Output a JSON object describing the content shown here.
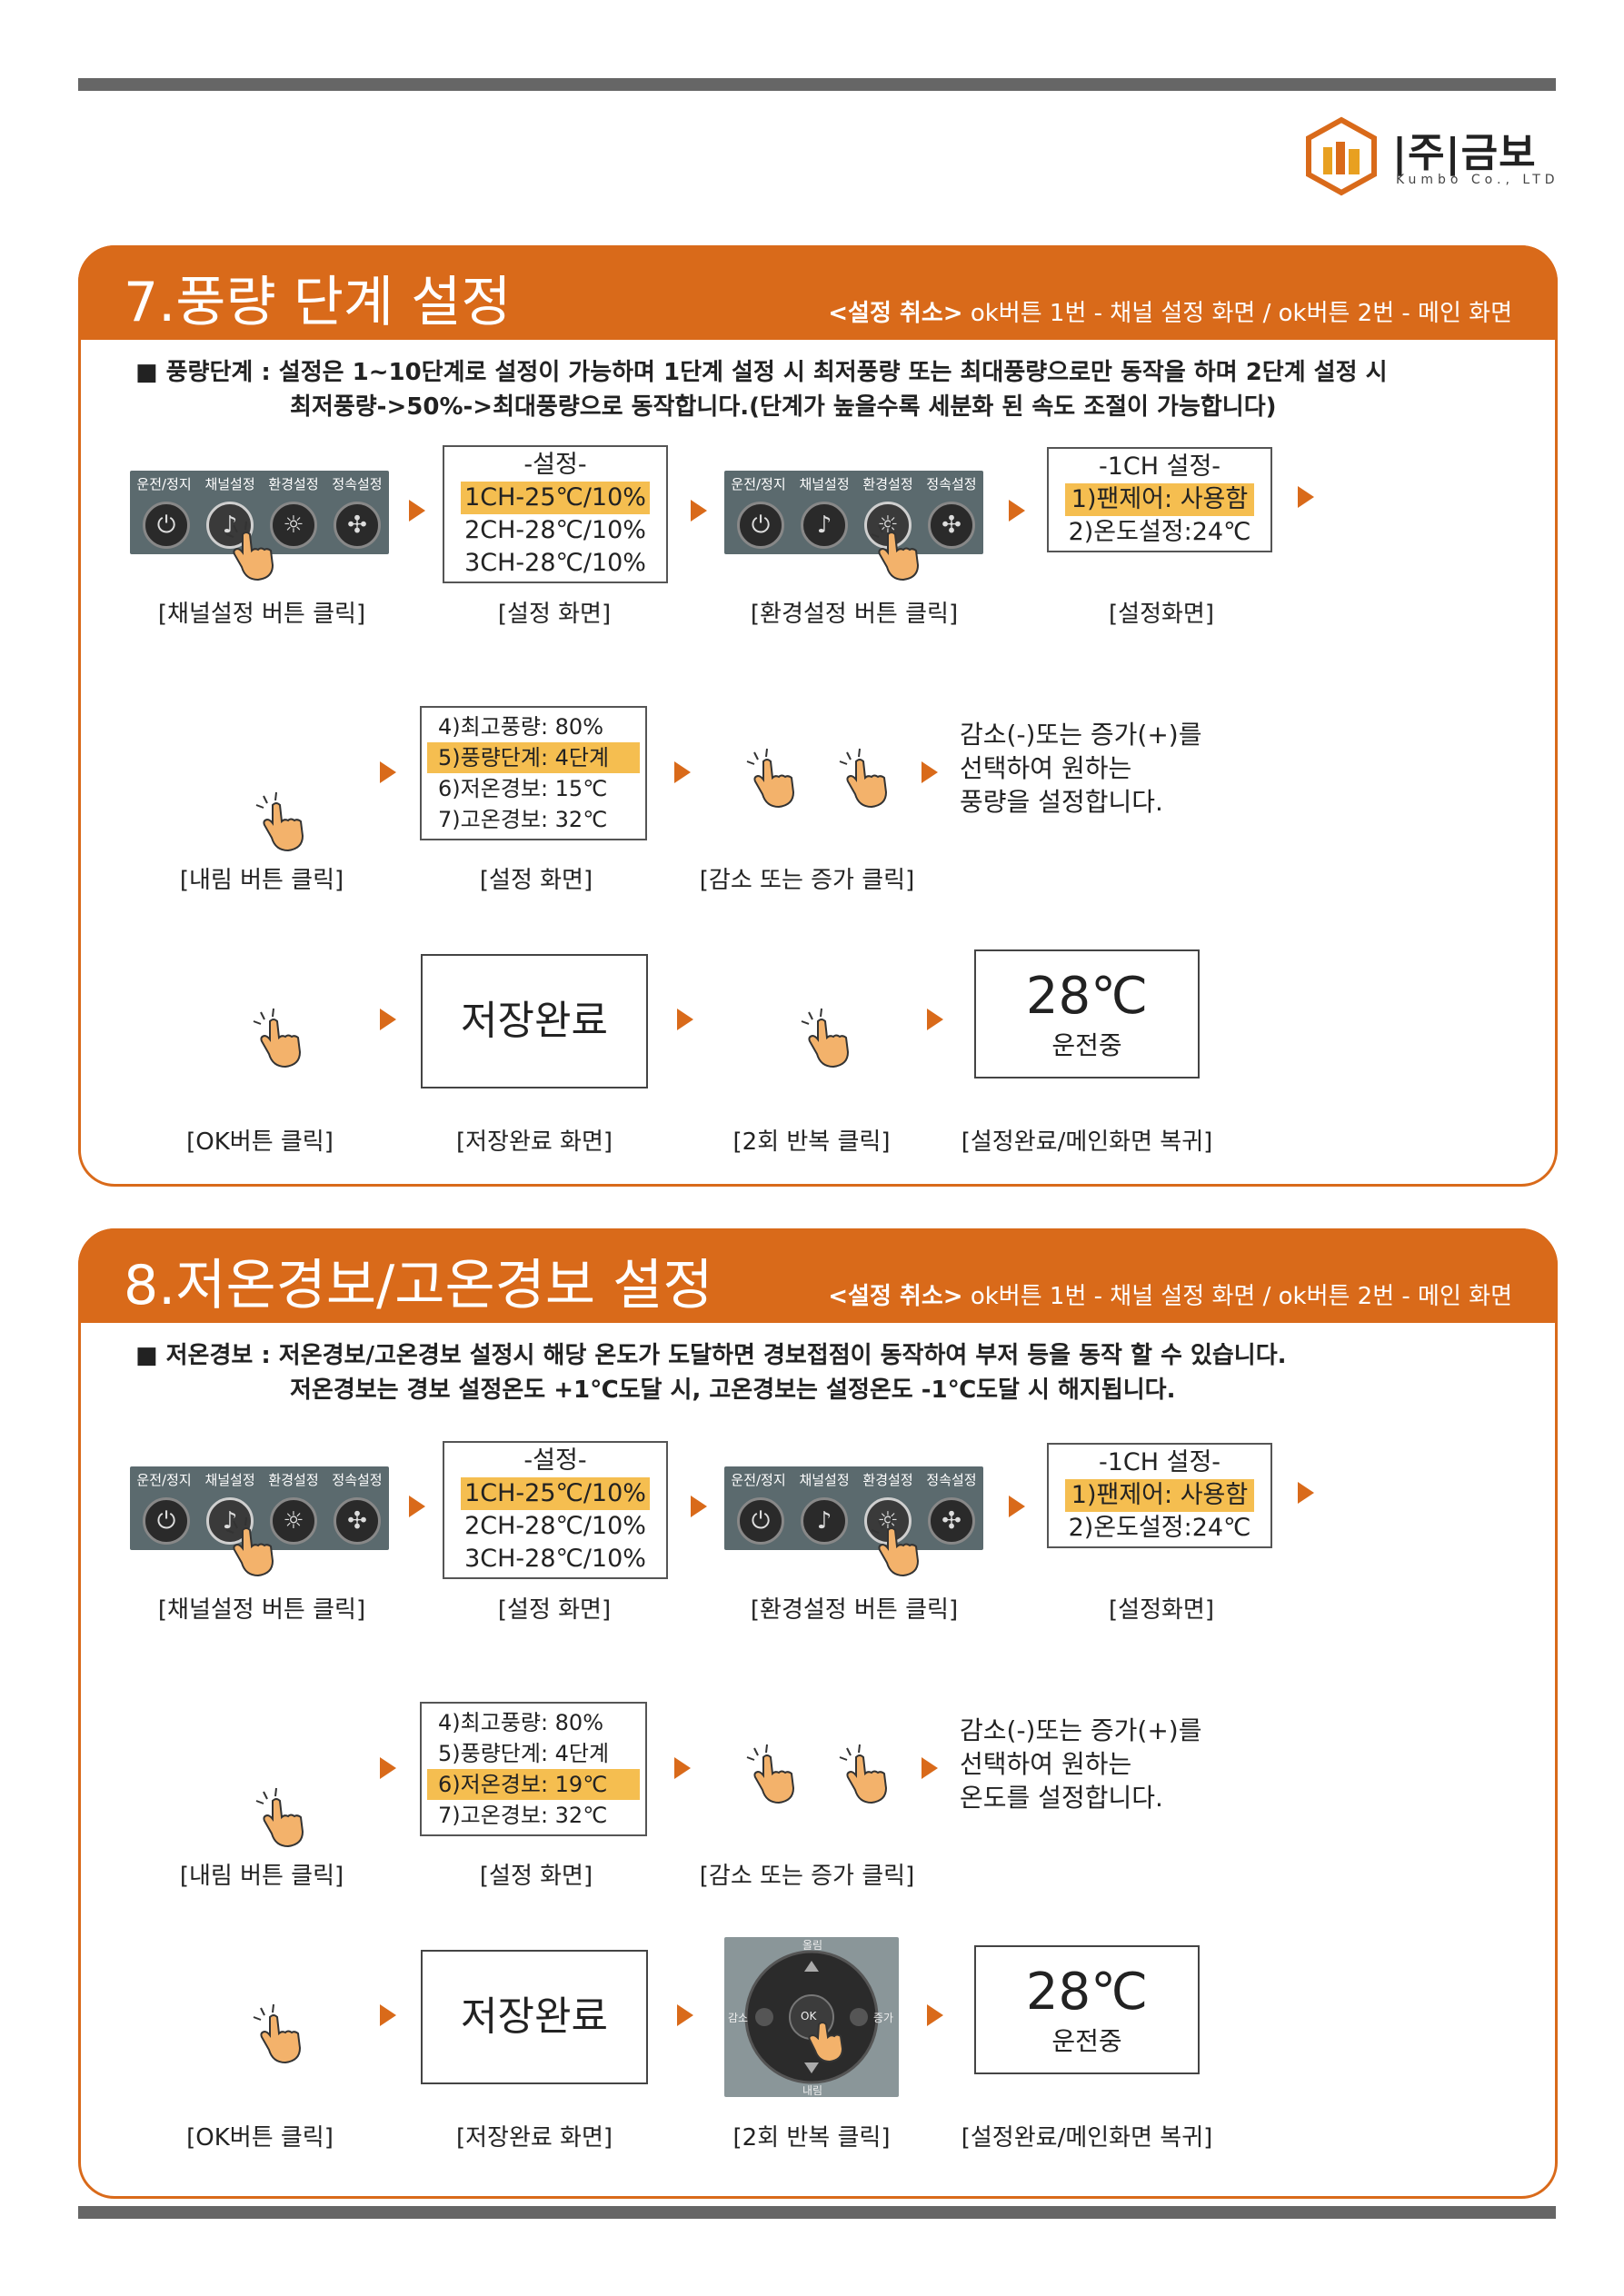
{
  "logo": {
    "name": "|주|금보",
    "sub": "Kumbo Co., LTD"
  },
  "panel": {
    "labels": [
      "운전/정지",
      "채널설정",
      "환경설정",
      "정속설정"
    ],
    "icons": [
      "power-icon",
      "channel-icon",
      "sun-icon",
      "fan-icon"
    ]
  },
  "sections": [
    {
      "title": "7.풍량 단계 설정",
      "cancel_label": "<설정 취소>",
      "cancel_text": " ok버튼 1번 - 채널 설정 화면 / ok버튼 2번 - 메인 화면",
      "desc_line1": "■ 풍량단계 : 설정은 1~10단계로 설정이 가능하며 1단계 설정 시 최저풍량 또는 최대풍량으로만 동작을 하며 2단계 설정 시",
      "desc_line2": "최저풍량->50%->최대풍량으로 동작합니다.(단계가 높을수록 세분화 된 속도 조절이 가능합니다)",
      "settings_screen": {
        "title": "-설정-",
        "rows": [
          "1CH-25℃/10%",
          "2CH-28℃/10%",
          "3CH-28℃/10%"
        ]
      },
      "ch_screen": {
        "title": "-1CH 설정-",
        "rows": [
          "1)팬제어: 사용함",
          "2)온도설정:24℃"
        ]
      },
      "menu_screen": {
        "rows": [
          "4)최고풍량: 80%",
          "5)풍량단계: 4단계",
          "6)저온경보: 15℃",
          "7)고온경보: 32℃"
        ],
        "highlight": 1
      },
      "note": [
        "감소(-)또는 증가(+)를",
        "선택하여 원하는",
        "풍량을 설정합니다."
      ],
      "captions_row1": [
        "[채널설정 버튼 클릭]",
        "[설정 화면]",
        "[환경설정 버튼 클릭]",
        "[설정화면]"
      ],
      "captions_row2": [
        "[내림 버튼 클릭]",
        "[설정 화면]",
        "[감소 또는 증가 클릭]"
      ],
      "captions_row3": [
        "[OK버튼 클릭]",
        "[저장완료 화면]",
        "[2회 반복 클릭]",
        "[설정완료/메인화면 복귀]"
      ],
      "save_text": "저장완료",
      "main_temp": "28℃",
      "main_status": "운전중"
    },
    {
      "title": "8.저온경보/고온경보 설정",
      "cancel_label": "<설정 취소>",
      "cancel_text": " ok버튼 1번 - 채널 설정 화면 / ok버튼 2번 - 메인 화면",
      "desc_line1": "■ 저온경보 : 저온경보/고온경보 설정시 해당 온도가 도달하면 경보접점이 동작하여 부저 등을 동작 할 수 있습니다.",
      "desc_line2": "저온경보는 경보 설정온도 +1℃도달 시, 고온경보는 설정온도 -1℃도달 시 해지됩니다.",
      "settings_screen": {
        "title": "-설정-",
        "rows": [
          "1CH-25℃/10%",
          "2CH-28℃/10%",
          "3CH-28℃/10%"
        ]
      },
      "ch_screen": {
        "title": "-1CH 설정-",
        "rows": [
          "1)팬제어: 사용함",
          "2)온도설정:24℃"
        ]
      },
      "menu_screen": {
        "rows": [
          "4)최고풍량: 80%",
          "5)풍량단계: 4단계",
          "6)저온경보: 19℃",
          "7)고온경보: 32℃"
        ],
        "highlight": 2
      },
      "note": [
        "감소(-)또는 증가(+)를",
        "선택하여 원하는",
        "온도를 설정합니다."
      ],
      "captions_row1": [
        "[채널설정 버튼 클릭]",
        "[설정 화면]",
        "[환경설정 버튼 클릭]",
        "[설정화면]"
      ],
      "captions_row2": [
        "[내림 버튼 클릭]",
        "[설정 화면]",
        "[감소 또는 증가 클릭]"
      ],
      "captions_row3": [
        "[OK버튼 클릭]",
        "[저장완료 화면]",
        "[2회 반복 클릭]",
        "[설정완료/메인화면 복귀]"
      ],
      "save_text": "저장완료",
      "main_temp": "28℃",
      "main_status": "운전중",
      "remote": {
        "up": "올림",
        "down": "내림",
        "left": "감소",
        "right": "증가",
        "ok": "OK"
      }
    }
  ],
  "colors": {
    "accent": "#d96a1a",
    "highlight": "#f5be50",
    "panel": "#5b6a6e"
  }
}
